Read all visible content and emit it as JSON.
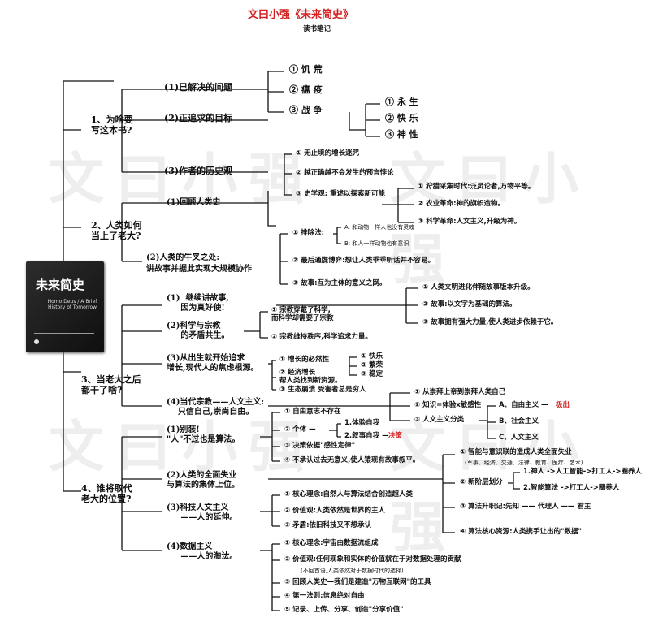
{
  "watermark": "文曰小强",
  "header": {
    "title": "文曰小强《未来简史》",
    "subtitle": "读书笔记"
  },
  "book": {
    "title": "未来简史",
    "subtitle": "Homo Deus / A Brief History of Tomorrow"
  },
  "sections": {
    "s1": "1、为啥要\n写这本书?",
    "s2": "2、人类如何\n当上了老大?",
    "s3": "3、当老大之后\n都干了啥?",
    "s4": "4、谁将取代\n老大的位置?"
  },
  "s1": {
    "b1": "(1)已解决的问题",
    "b1_items": [
      "① 饥 荒",
      "② 瘟 疫",
      "③ 战 争"
    ],
    "b2": "(2)正追求的目标",
    "b2_items": [
      "① 永 生",
      "② 快 乐",
      "③ 神 性"
    ],
    "b3": "(3)作者的历史观",
    "b3_items": [
      "① 无止境的增长迷咒",
      "② 越正确越不会发生的预言悖论",
      "③ 史学观:  重述以探索新可能"
    ]
  },
  "s2": {
    "b1": "(1)回顾人类史",
    "b1_items": [
      "① 狩猎采集时代:泛灵论者,万物平等。",
      "② 农业革命:神的旗帜造物。",
      "③ 科学革命:人文主义,升级为神。"
    ],
    "b2_line1": "(2)人类的牛叉之处:",
    "b2_line2": "讲故事并据此实现大规模协作",
    "b2_items": [
      "① 排除法:",
      "② 最后通牒博弈:想让人类乖乖听话并不容易。",
      "③ 故事:互为主体的意义之网。"
    ],
    "b2_sub": [
      "A: 和动物一样人也没有灵魂",
      "B: 和人一样动物也有意识"
    ]
  },
  "s3": {
    "b1": "(1)  继续讲故事,\n     因为真好使!",
    "b1_items": [
      "① 人类文明进化伴随故事版本升级。",
      "② 故事:以文字为基础的算法。",
      "③ 故事拥有强大力量,使人类进步依赖于它。"
    ],
    "b2": "(2)科学与宗教\n     的矛盾共生。",
    "b2_items": [
      "① 宗教穿戴了科学,\n而科学却需要了宗教",
      "② 宗教维持秩序,科学追求力量。"
    ],
    "b3": "(3)从出生就开始追求\n增长,现代人的焦虑根源。",
    "b3_items": [
      "① 增长的必然性",
      "② 经济增长\n帮人类找到新资源。",
      "③ 生态崩溃    受害者总是穷人"
    ],
    "b3_sub": [
      "① 快乐",
      "② 繁荣",
      "③ 稳定"
    ],
    "b4": "(4)当代宗教——人文主义:\n    只信自己,崇尚自由。",
    "b4_items": [
      "① 从崇拜上帝到崇拜人类自己",
      "② 知识=体验x敏感性",
      "③ 人文主义分类"
    ],
    "b4_sub": [
      "A、自由主义 —",
      "B、社会主义",
      "C、人文主义"
    ],
    "b4_sub_mark": "极出"
  },
  "s4": {
    "b1": "(1)别装!\n\"人\"不过也是算法。",
    "b1_items": [
      "① 自由意志不存在",
      "② 个体 —",
      "③ 决策依据\"感性定律\"",
      "④ 不承认过去无意义,使人猿现有故事叙平。"
    ],
    "b1_sub": [
      "1.体验自我",
      "2.叙事自我 —"
    ],
    "b1_sub_mark": "决策",
    "b2": "(2)人类的全面失业\n与算法的集体上位。",
    "b2_items": [
      "① 智能与意识联的造成人类全面失业",
      "② 新阶层划分",
      "③ 算法升职记:先知 —— 代理人 —— 君主",
      "④ 算法核心资源:人类携手让出的\"数据\""
    ],
    "b2_jobs": "(军事、经济、交通、法律、教育、医疗、艺术)",
    "b2_sub": [
      "1.神人 ->人工智能->打工人->圈养人",
      "2.智能算法 ->打工人->圈养人"
    ],
    "b3": "(3)科技人文主义\n     ——人的延伸。",
    "b3_items": [
      "① 核心理念:自然人与算法结合创造超人类",
      "② 价值观:人类依然是世界的主人",
      "③ 矛盾:依旧科技又不想承认"
    ],
    "b4": "(4)数据主义\n     ——人的淘汰。",
    "b4_items": [
      "① 核心理念:宇宙由数据流组成",
      "② 价值观:任何现象和实体的价值就在于对数据处理的贡献",
      "③ 回顾人类史—我们是建造\"万物互联网\"的工具",
      "④ 第一法则:信息绝对自由",
      "⑤ 记录、上传、分享、创造\"分享价值\""
    ],
    "b4_note": "(不回首语,人类依然对于数据时代的选择)"
  }
}
